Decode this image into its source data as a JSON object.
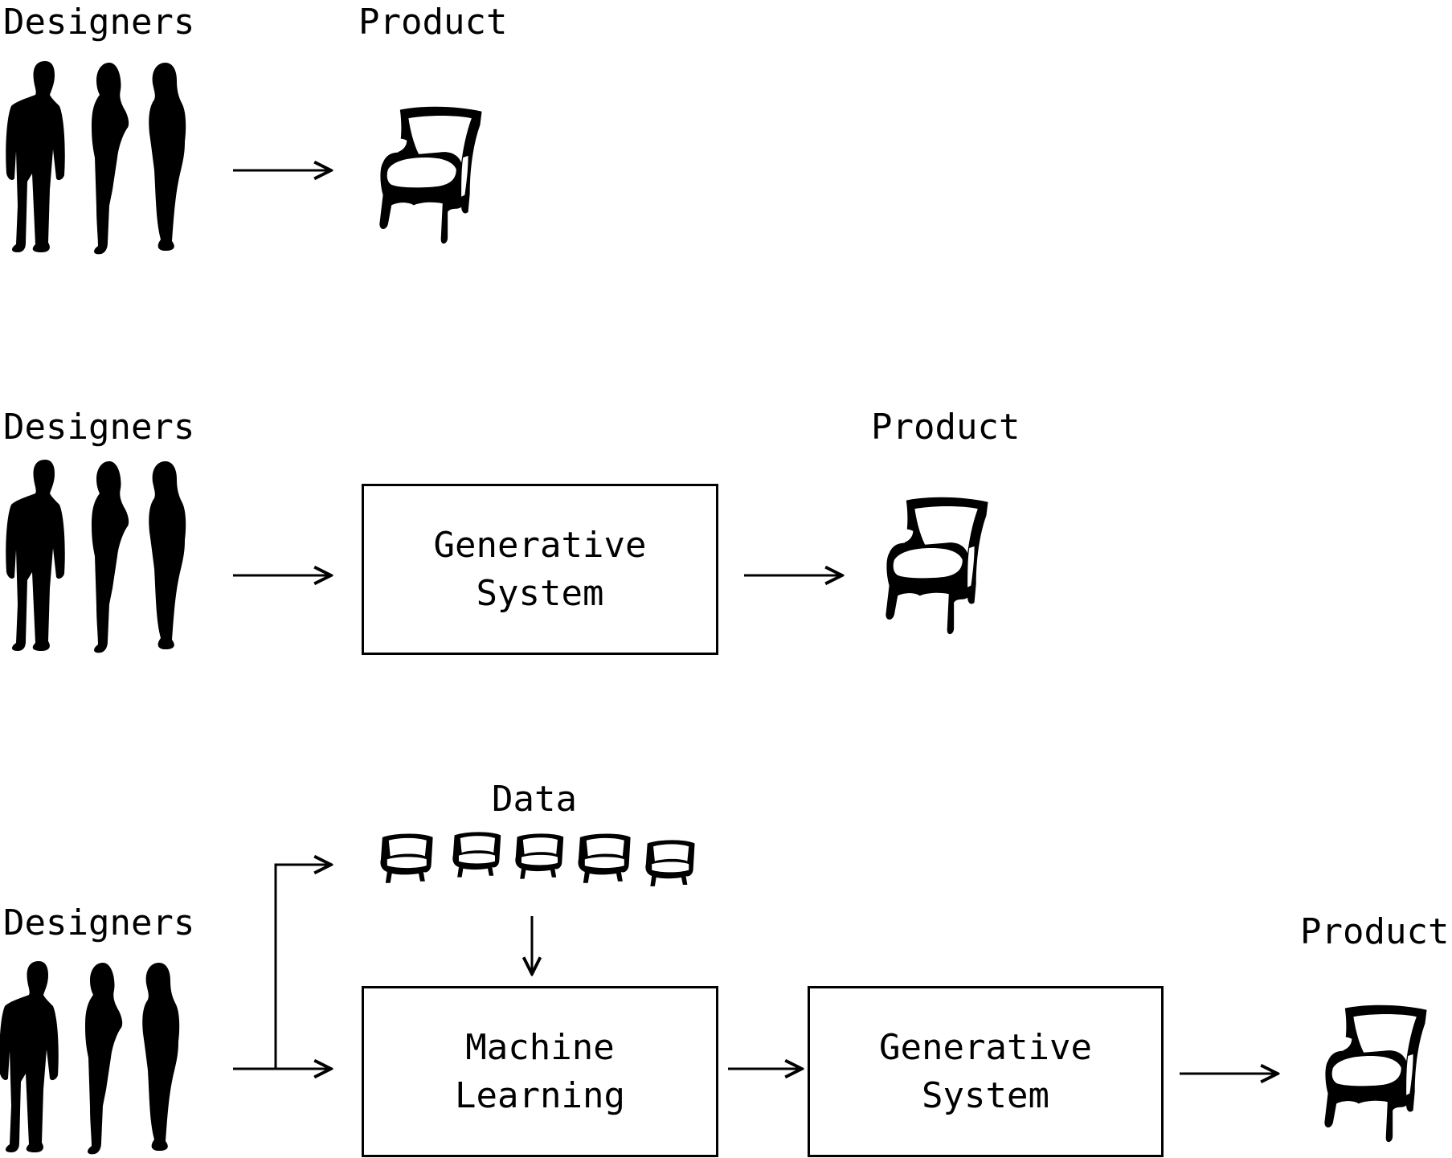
{
  "colors": {
    "ink": "#000000",
    "background": "#ffffff"
  },
  "rows": [
    {
      "designers_label": "Designers",
      "product_label": "Product"
    },
    {
      "designers_label": "Designers",
      "box_line1": "Generative",
      "box_line2": "System",
      "product_label": "Product"
    },
    {
      "designers_label": "Designers",
      "data_label": "Data",
      "ml_line1": "Machine",
      "ml_line2": "Learning",
      "gen_line1": "Generative",
      "gen_line2": "System",
      "product_label": "Product"
    }
  ],
  "icons": [
    "designers-silhouette-icon",
    "armchair-icon",
    "arrow-right-icon",
    "arrow-down-icon"
  ]
}
